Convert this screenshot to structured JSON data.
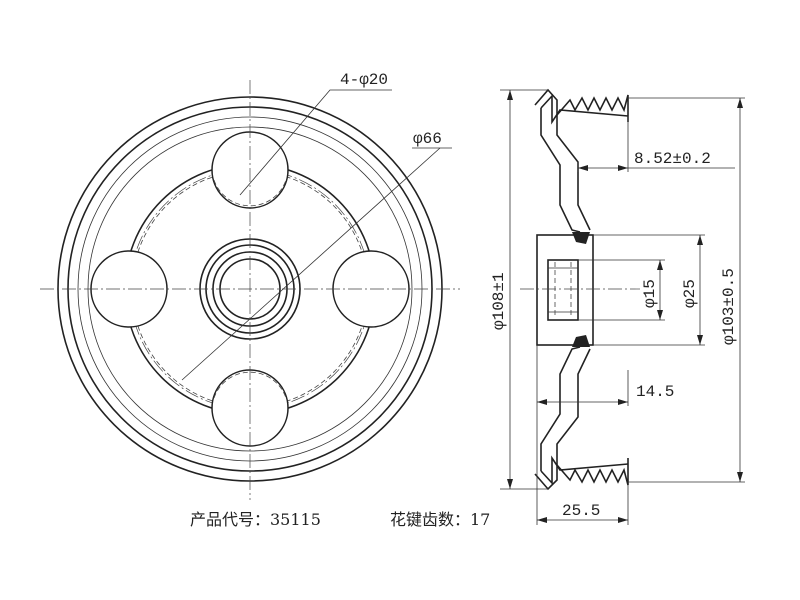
{
  "annotations": {
    "holes": "4-φ20",
    "bolt_circle": "φ66",
    "offset_dim": "8.52±0.2",
    "outer_diameter": "φ108±1",
    "bore": "φ15",
    "hub": "φ25",
    "groove_diameter": "φ103±0.5",
    "hub_length": "14.5",
    "total_width": "25.5"
  },
  "caption": {
    "product_code": "产品代号：35115",
    "spline_teeth": "花键齿数：17"
  }
}
